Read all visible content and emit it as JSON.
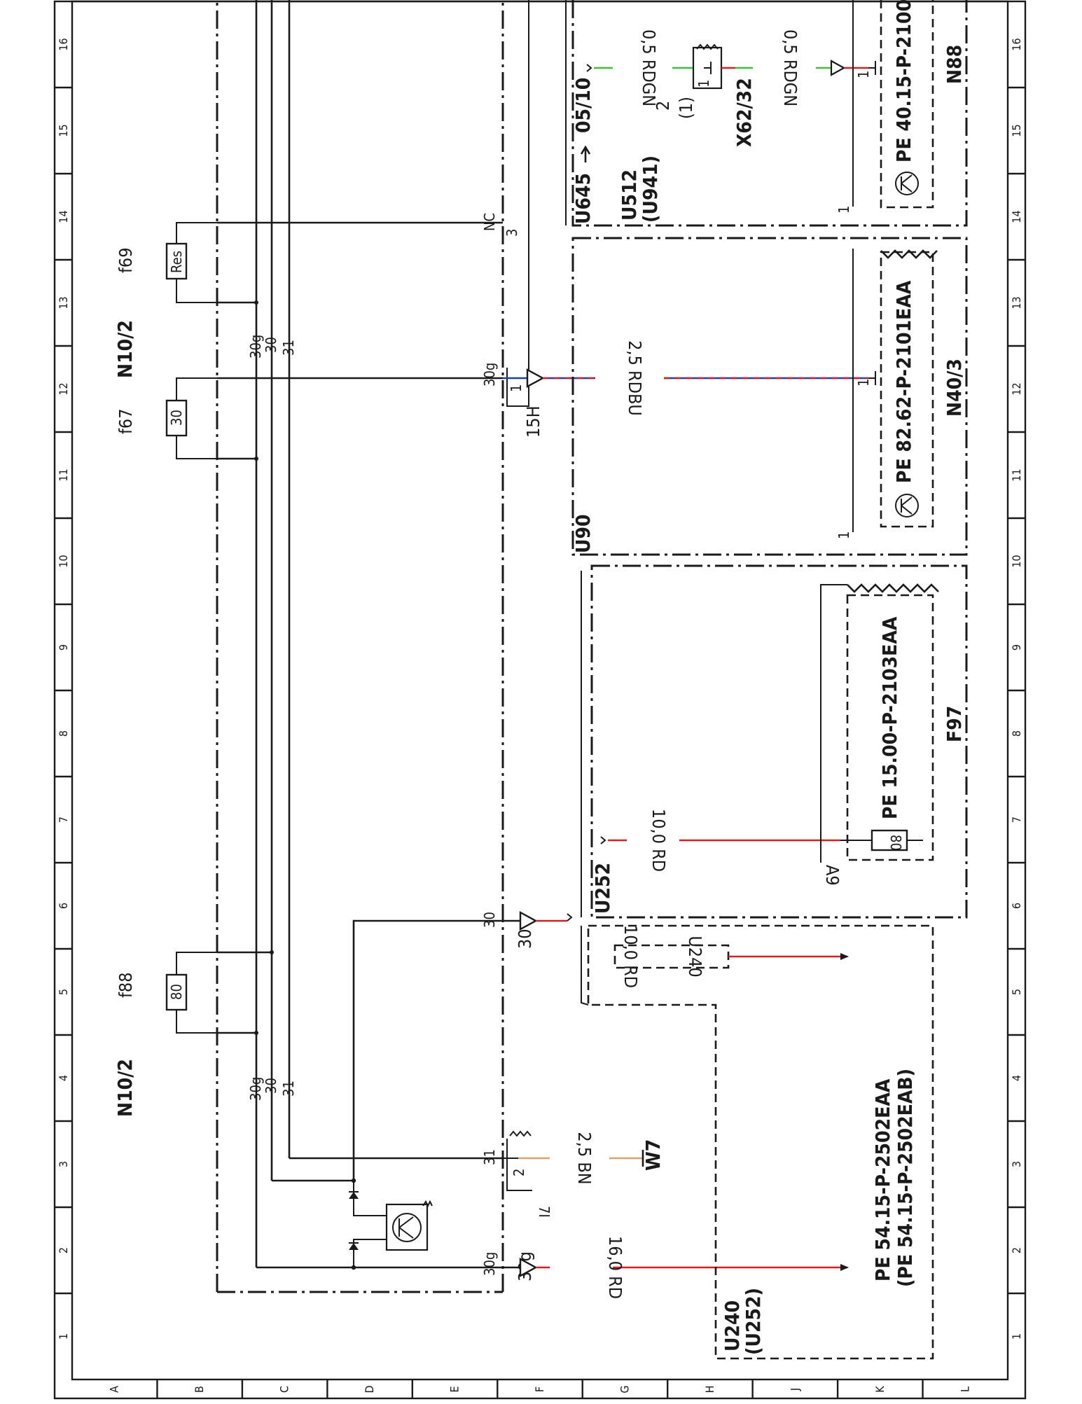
{
  "grid": {
    "columns": [
      "1",
      "2",
      "3",
      "4",
      "5",
      "6",
      "7",
      "8",
      "9",
      "10",
      "11",
      "12",
      "13",
      "14",
      "15",
      "16"
    ],
    "rows": [
      "A",
      "B",
      "C",
      "D",
      "E",
      "F",
      "G",
      "H",
      "J",
      "K",
      "L"
    ]
  },
  "colors": {
    "RD": "#d42020",
    "BU": "#1a3fb8",
    "GN": "#3cc03c",
    "BN": "#e0a070",
    "line": "#1a1a1a"
  },
  "components": {
    "n10_left": "N10/2",
    "n10_right": "N10/2",
    "f88": "f88",
    "f67": "f67",
    "f69": "f69",
    "fuse_80": "80",
    "fuse_30": "30",
    "fuse_res": "Res",
    "f97_fuse": "80",
    "w7": "W7",
    "x62": "X62/32",
    "x62_pins": "2",
    "x62_pins_paren": "(1)",
    "x62_pin1": "1",
    "a9": "A9",
    "f97": "F97",
    "n40": "N40/3",
    "n88": "N88",
    "pin_7i": "7I",
    "pin_2": "2",
    "pin_1": "1",
    "pin_1b": "1",
    "pin_1c": "1",
    "pin_1d": "1",
    "pin_1e": "1",
    "pin_3": "3",
    "pin_15h": "15H"
  },
  "bus": {
    "c30g": "30g",
    "c30": "30",
    "c31": "31"
  },
  "terminals": {
    "t30g": "30g",
    "t31": "31",
    "t30": "30",
    "t30g_r": "30g",
    "tnc": "NC",
    "l30g": "30g",
    "l30": "30"
  },
  "wires": {
    "w16rd": "16,0 RD",
    "w25bn": "2,5 BN",
    "w10rd": "10,0 RD",
    "w10rd_u240": "10,0 RD",
    "w25rdbu": "2,5 RDBU",
    "w05rdgn_a": "0,5 RDGN",
    "w05rdgn_b": "0,5 RDGN"
  },
  "references": {
    "u240": "U240",
    "u240p": "(U252)",
    "u240_box": "U240",
    "u252": "U252",
    "u90": "U90",
    "u645": "U645",
    "u645_ref": "05/10",
    "u512": "U512",
    "u512p": "(U941)",
    "pe_54a": "PE  54.15-P-2502EAA",
    "pe_54b": "(PE  54.15-P-2502EAB)",
    "pe_15": "PE  15.00-P-2103EAA",
    "pe_82": "PE  82.62-P-2101EAA",
    "pe_40": "PE  40.15-P-2100"
  }
}
